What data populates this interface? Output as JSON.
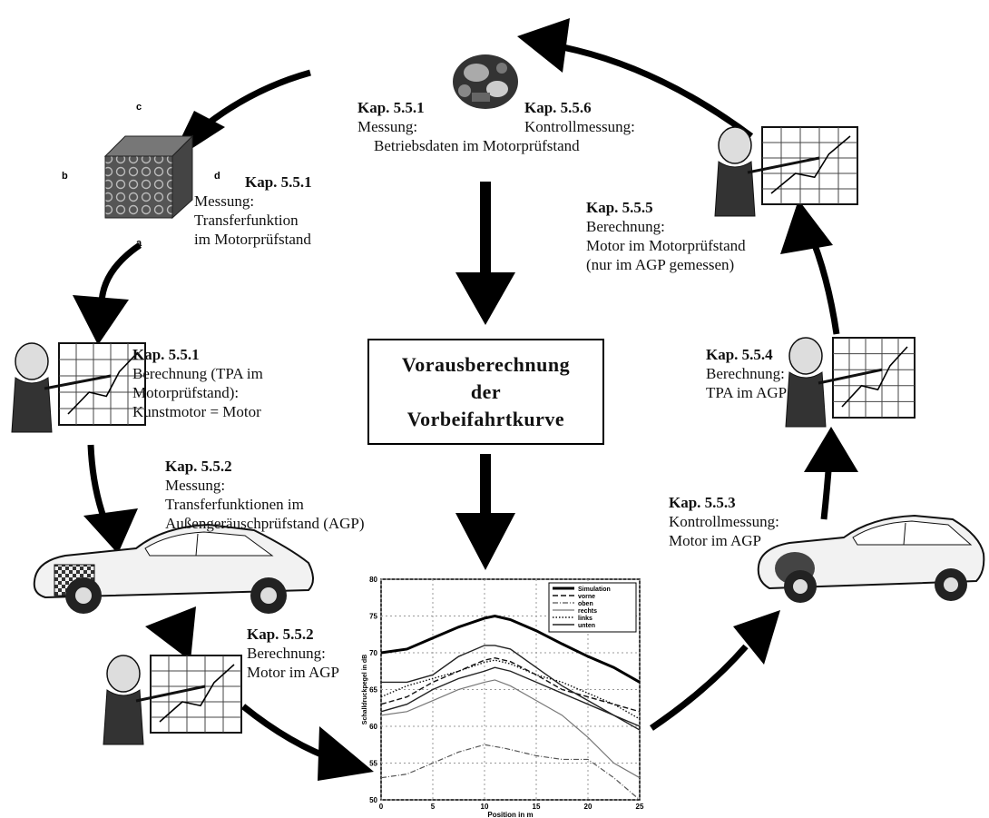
{
  "center_box": {
    "line1": "Vorausberechnung",
    "line2": "der",
    "line3": "Vorbeifahrtkurve"
  },
  "labels": {
    "top_left": {
      "kap": "Kap. 5.5.1",
      "lines": [
        "Messung:"
      ]
    },
    "top_right": {
      "kap": "Kap. 5.5.6",
      "lines": [
        "Kontrollmessung:"
      ]
    },
    "top_shared": "Betriebsdaten im Motorprüfstand",
    "upper_left": {
      "kap": "Kap. 5.5.1",
      "lines": [
        "Messung:",
        "Transferfunktion",
        "im Motorprüfstand"
      ]
    },
    "left_calc": {
      "kap": "Kap. 5.5.1",
      "lines": [
        "Berechnung (TPA im",
        "Motorprüfstand):",
        "Kunstmotor = Motor"
      ]
    },
    "left_agp": {
      "kap": "Kap. 5.5.2",
      "lines": [
        "Messung:",
        "Transferfunktionen im",
        "Außengeräuschprüfstand (AGP)"
      ]
    },
    "bottom_left": {
      "kap": "Kap. 5.5.2",
      "lines": [
        "Berechnung:",
        "Motor im AGP"
      ]
    },
    "right_upper": {
      "kap": "Kap. 5.5.5",
      "lines": [
        "Berechnung:",
        "Motor im Motorprüfstand",
        "(nur im AGP gemessen)"
      ]
    },
    "right_mid": {
      "kap": "Kap. 5.5.4",
      "lines": [
        "Berechnung:",
        "TPA im AGP"
      ]
    },
    "right_lower": {
      "kap": "Kap. 5.5.3",
      "lines": [
        "Kontrollmessung:",
        "Motor im AGP"
      ]
    }
  },
  "cube_marks": {
    "left": "b",
    "right": "d",
    "top": "c",
    "bottom": "a"
  },
  "chart_data": {
    "type": "line",
    "title": "",
    "xlabel": "Position in m",
    "ylabel": "Schalldruckpegel in dB",
    "xlim": [
      0,
      25
    ],
    "ylim": [
      50,
      80
    ],
    "xticks": [
      "0",
      "5",
      "10",
      "15",
      "20",
      "25"
    ],
    "yticks": [
      "50",
      "55",
      "60",
      "65",
      "70",
      "75",
      "80"
    ],
    "grid": true,
    "legend_position": "top-right",
    "series": [
      {
        "name": "Simulation",
        "style": "thick",
        "x": [
          0,
          2.5,
          5,
          7.5,
          10,
          11,
          12.5,
          15,
          17.5,
          20,
          22.5,
          25
        ],
        "y": [
          70,
          70.5,
          72,
          73.5,
          74.7,
          75,
          74.5,
          73,
          71.2,
          69.5,
          68,
          66
        ]
      },
      {
        "name": "vorne",
        "style": "dashed",
        "x": [
          0,
          2.5,
          5,
          7.5,
          10,
          11,
          12.5,
          15,
          17.5,
          20,
          22.5,
          25
        ],
        "y": [
          63,
          64,
          66,
          67.5,
          69,
          69.3,
          68.8,
          67,
          65,
          64,
          63,
          62
        ]
      },
      {
        "name": "oben",
        "style": "dashdot",
        "x": [
          0,
          2.5,
          5,
          7.5,
          10,
          12,
          15,
          17.5,
          20,
          22.5,
          25
        ],
        "y": [
          53,
          53.5,
          55,
          56.5,
          57.5,
          57,
          56,
          55.5,
          55.5,
          53,
          50
        ]
      },
      {
        "name": "rechts",
        "style": "solid-thin",
        "x": [
          0,
          2.5,
          5,
          7.5,
          10,
          11,
          12.5,
          15,
          17.5,
          20,
          22.5,
          25
        ],
        "y": [
          61.5,
          62,
          63.5,
          65,
          66,
          66.3,
          65.5,
          63.5,
          61.5,
          58.5,
          55,
          53
        ]
      },
      {
        "name": "links",
        "style": "dotted",
        "x": [
          0,
          2.5,
          5,
          7.5,
          10,
          11,
          12.5,
          15,
          17.5,
          20,
          22.5,
          25
        ],
        "y": [
          64,
          65.5,
          66.5,
          67.5,
          68.7,
          69,
          68.5,
          67,
          66,
          64.5,
          63,
          61
        ]
      },
      {
        "name": "unten",
        "style": "solid",
        "x": [
          0,
          2.5,
          5,
          7.5,
          10,
          11,
          12.5,
          15,
          17.5,
          20,
          22.5,
          25
        ],
        "y": [
          62,
          63,
          65,
          66.5,
          67.5,
          68,
          67.5,
          66,
          64.5,
          63,
          61.5,
          60
        ]
      },
      {
        "name": "",
        "style": "solid",
        "x": [
          0,
          2.5,
          5,
          7.5,
          10,
          11,
          12.5,
          15,
          17.5,
          20,
          22.5,
          25
        ],
        "y": [
          66,
          66,
          67,
          69.5,
          71,
          71,
          70.5,
          68,
          65.5,
          63.5,
          61.5,
          59.5
        ]
      }
    ]
  },
  "colors": {
    "ink": "#111111",
    "grid": "#999999",
    "cube": "#555555",
    "car": "#f2f2f2"
  }
}
